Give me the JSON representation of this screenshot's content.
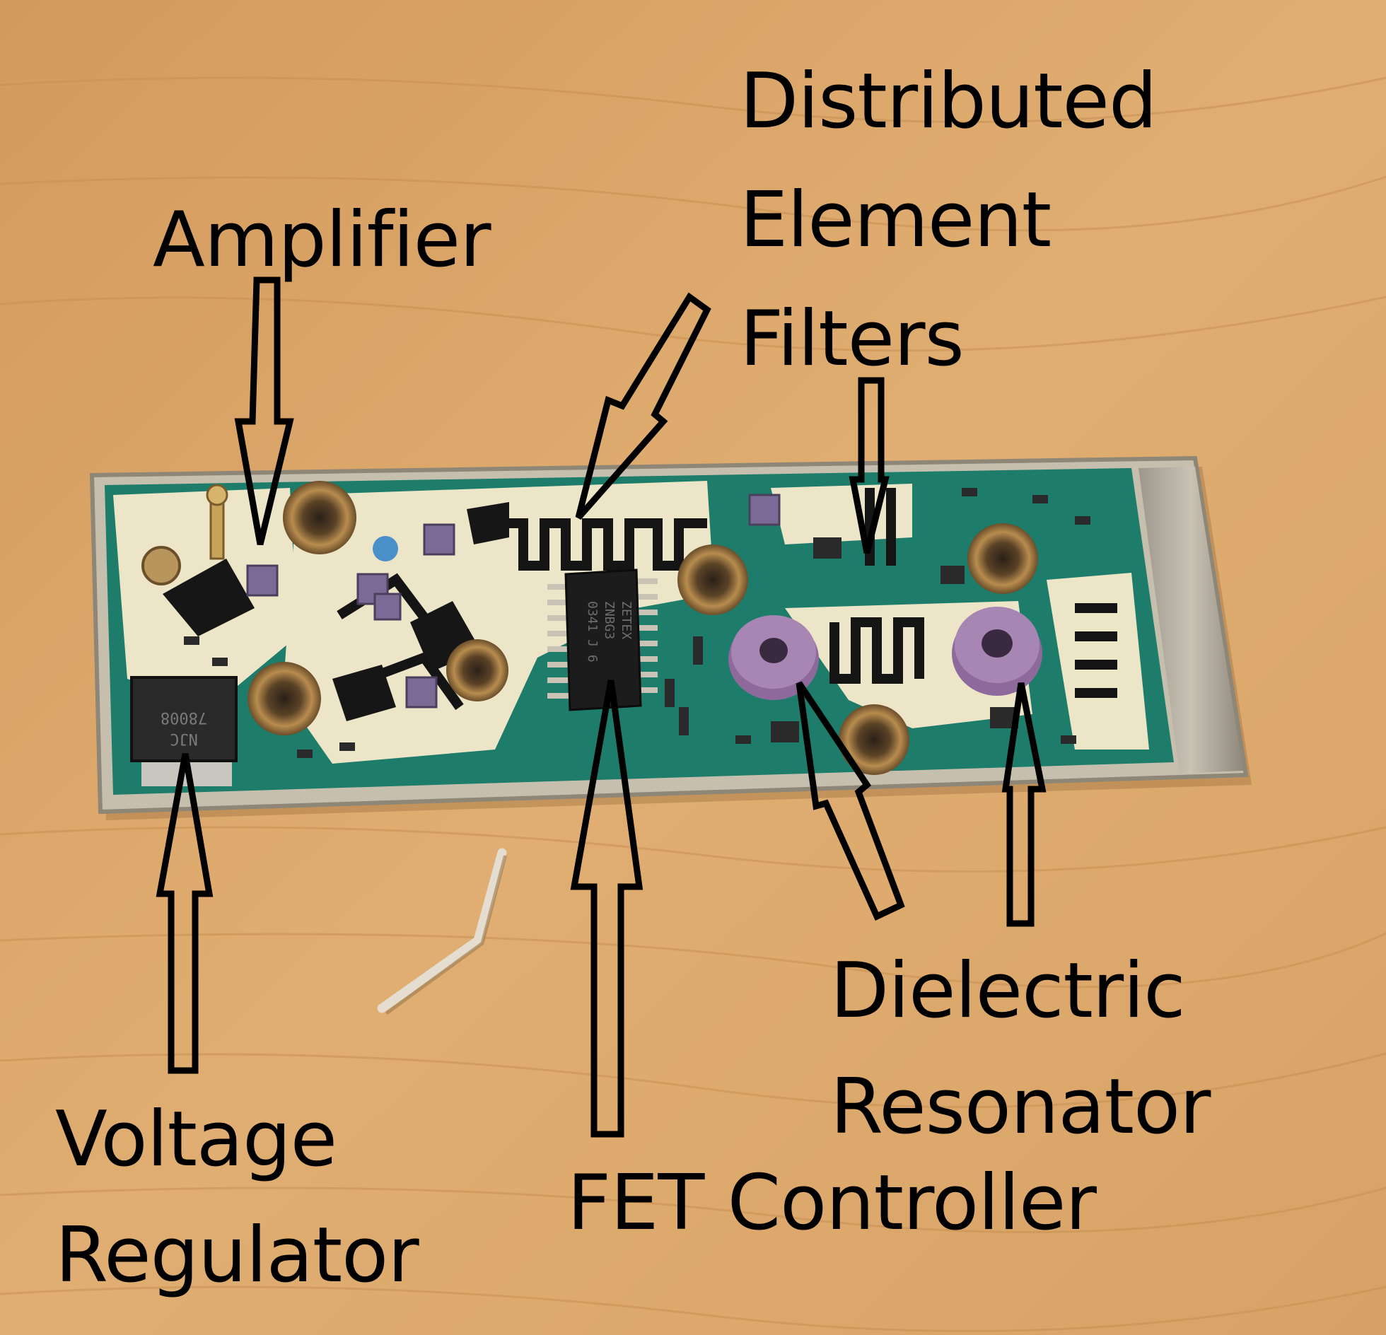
{
  "labels": {
    "amplifier": "Amplifier",
    "distributed": [
      "Distributed",
      "Element",
      "Filters"
    ],
    "dielectric": [
      "Dielectric",
      "Resonator"
    ],
    "voltage": [
      "Voltage",
      "Regulator"
    ],
    "fet": "FET Controller"
  },
  "chip_text": {
    "regulator": [
      "78008",
      "NJC"
    ],
    "controller": [
      "ZETEX",
      "ZNBG3",
      "0341 J 6"
    ]
  },
  "colors": {
    "wood": "#d9a466",
    "board_green": "#1e7d6a",
    "board_cream": "#ece5c8",
    "copper": "#8f6a3a",
    "resonator_purple": "#a57fb0",
    "metal": "#b8b2a6"
  }
}
